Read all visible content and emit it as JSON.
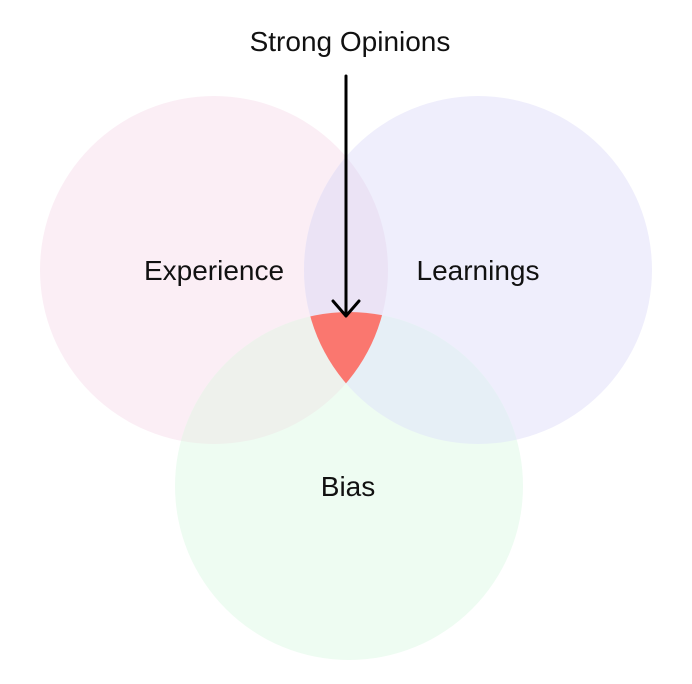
{
  "diagram": {
    "type": "venn",
    "annotation": {
      "text": "Strong Opinions",
      "points_to": "intersection-all"
    },
    "sets": [
      {
        "id": "experience",
        "label": "Experience",
        "fill": "#fbeef5"
      },
      {
        "id": "learnings",
        "label": "Learnings",
        "fill": "#efeefc"
      },
      {
        "id": "bias",
        "label": "Bias",
        "fill": "#eefcf2"
      }
    ],
    "overlap_colors": {
      "experience_learnings": "#ebe3f5",
      "experience_bias": "#eef1ec",
      "learnings_bias": "#e6eff6",
      "all": "#fa776f"
    }
  }
}
